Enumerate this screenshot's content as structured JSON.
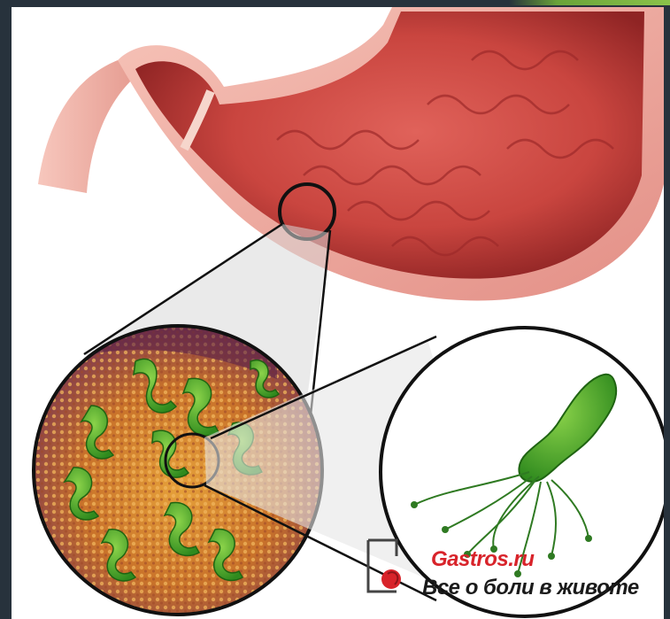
{
  "illustration": {
    "subject": "stomach-with-bacteria-magnification",
    "colors": {
      "stomach_wall": "#f2b0a6",
      "stomach_inner": "#c9453f",
      "mucosa_fold": "#9e2a2a",
      "bacteria_green": "#3fae2a",
      "tissue_orange": "#d7892f",
      "tissue_purple": "#6e2b55"
    }
  },
  "logo": {
    "site": "Gastros.ru",
    "tagline": "Все о боли в животе",
    "icon": "stomach-logo-icon",
    "colors": {
      "site": "#d8232a",
      "tagline": "#1a1a1a"
    }
  }
}
